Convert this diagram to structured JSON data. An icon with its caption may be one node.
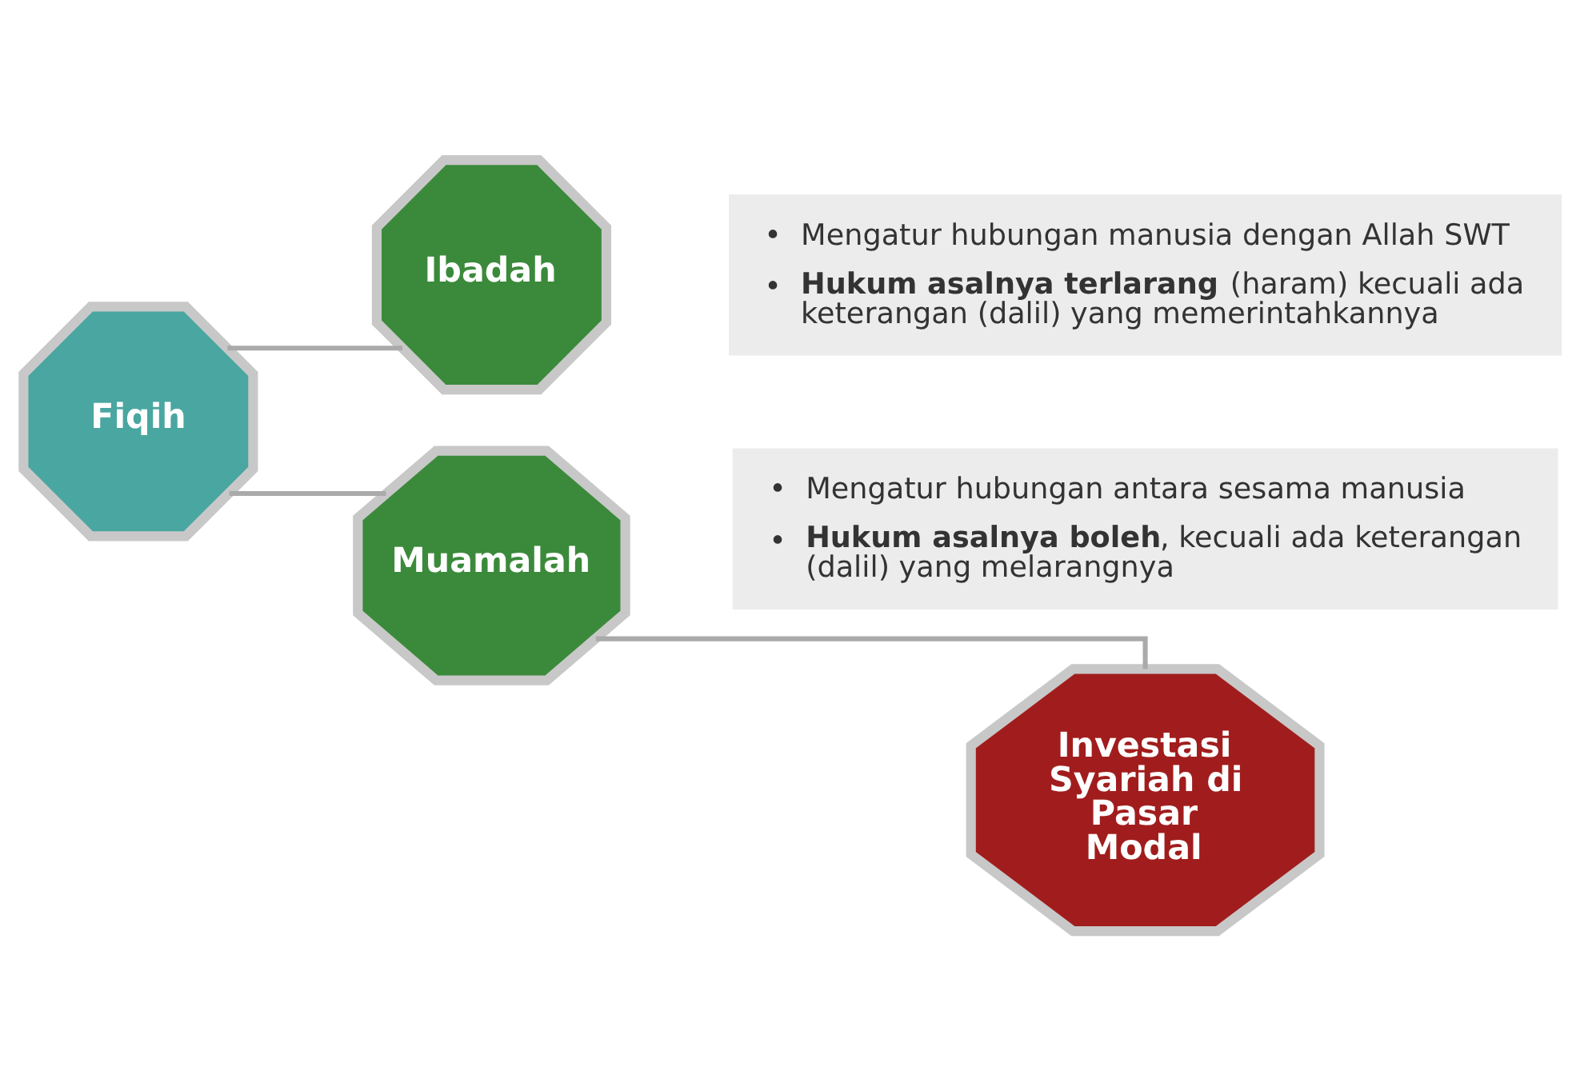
{
  "diagram": {
    "nodes": [
      {
        "text": [
          "Fiqih"
        ]
      },
      {
        "text": [
          "Ibadah"
        ],
        "beside": [
          "Mengatur hubungan manusia dengan Allah SWT",
          "**Hukum asalnya terlarang** (haram) kecuali ada keterangan (dalil) yang memerintahkannya"
        ]
      },
      {
        "text": [
          "Muamalah"
        ],
        "beside": [
          "Mengatur hubungan antara sesama manusia",
          "**Hukum asalnya boleh**, kecuali ada keterangan (dalil) yang melarangnya"
        ]
      },
      {
        "text": [
          "Investasi Syariah di Pasar Modal"
        ]
      }
    ],
    "labels": [
      "•",
      "•",
      "•",
      "•"
    ],
    "edges": [
      {
        "from": 0,
        "to": 1,
        "arrow": "none"
      },
      {
        "from": 0,
        "to": 2,
        "arrow": "none"
      },
      {
        "from": 2,
        "to": 3,
        "arrow": "none"
      }
    ]
  }
}
